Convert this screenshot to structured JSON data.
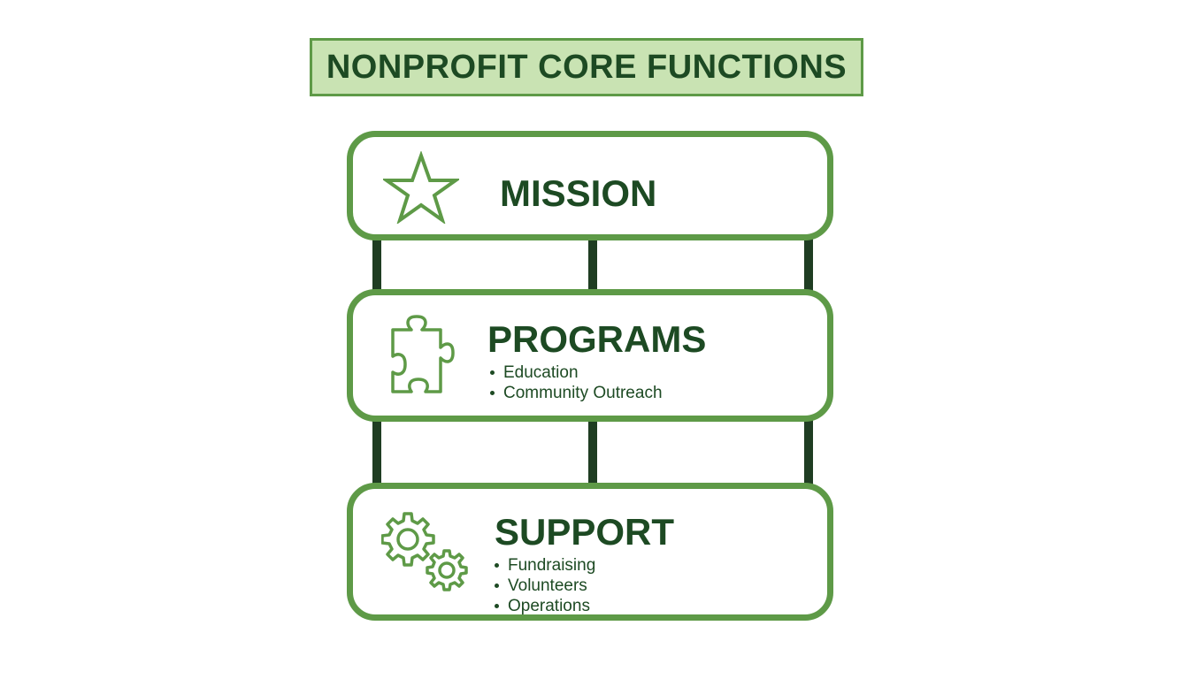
{
  "title": "NONPROFIT CORE FUNCTIONS",
  "colors": {
    "accent_green": "#5e9a47",
    "title_fill": "#c9e3b3",
    "text_dark_green": "#1d4a23",
    "connector": "#1f3d22"
  },
  "cards": [
    {
      "heading": "MISSION",
      "icon": "star-icon",
      "items": []
    },
    {
      "heading": "PROGRAMS",
      "icon": "puzzle-piece-icon",
      "items": [
        "Education",
        "Community Outreach"
      ]
    },
    {
      "heading": "SUPPORT",
      "icon": "gears-icon",
      "items": [
        "Fundraising",
        "Volunteers",
        "Operations"
      ]
    }
  ]
}
